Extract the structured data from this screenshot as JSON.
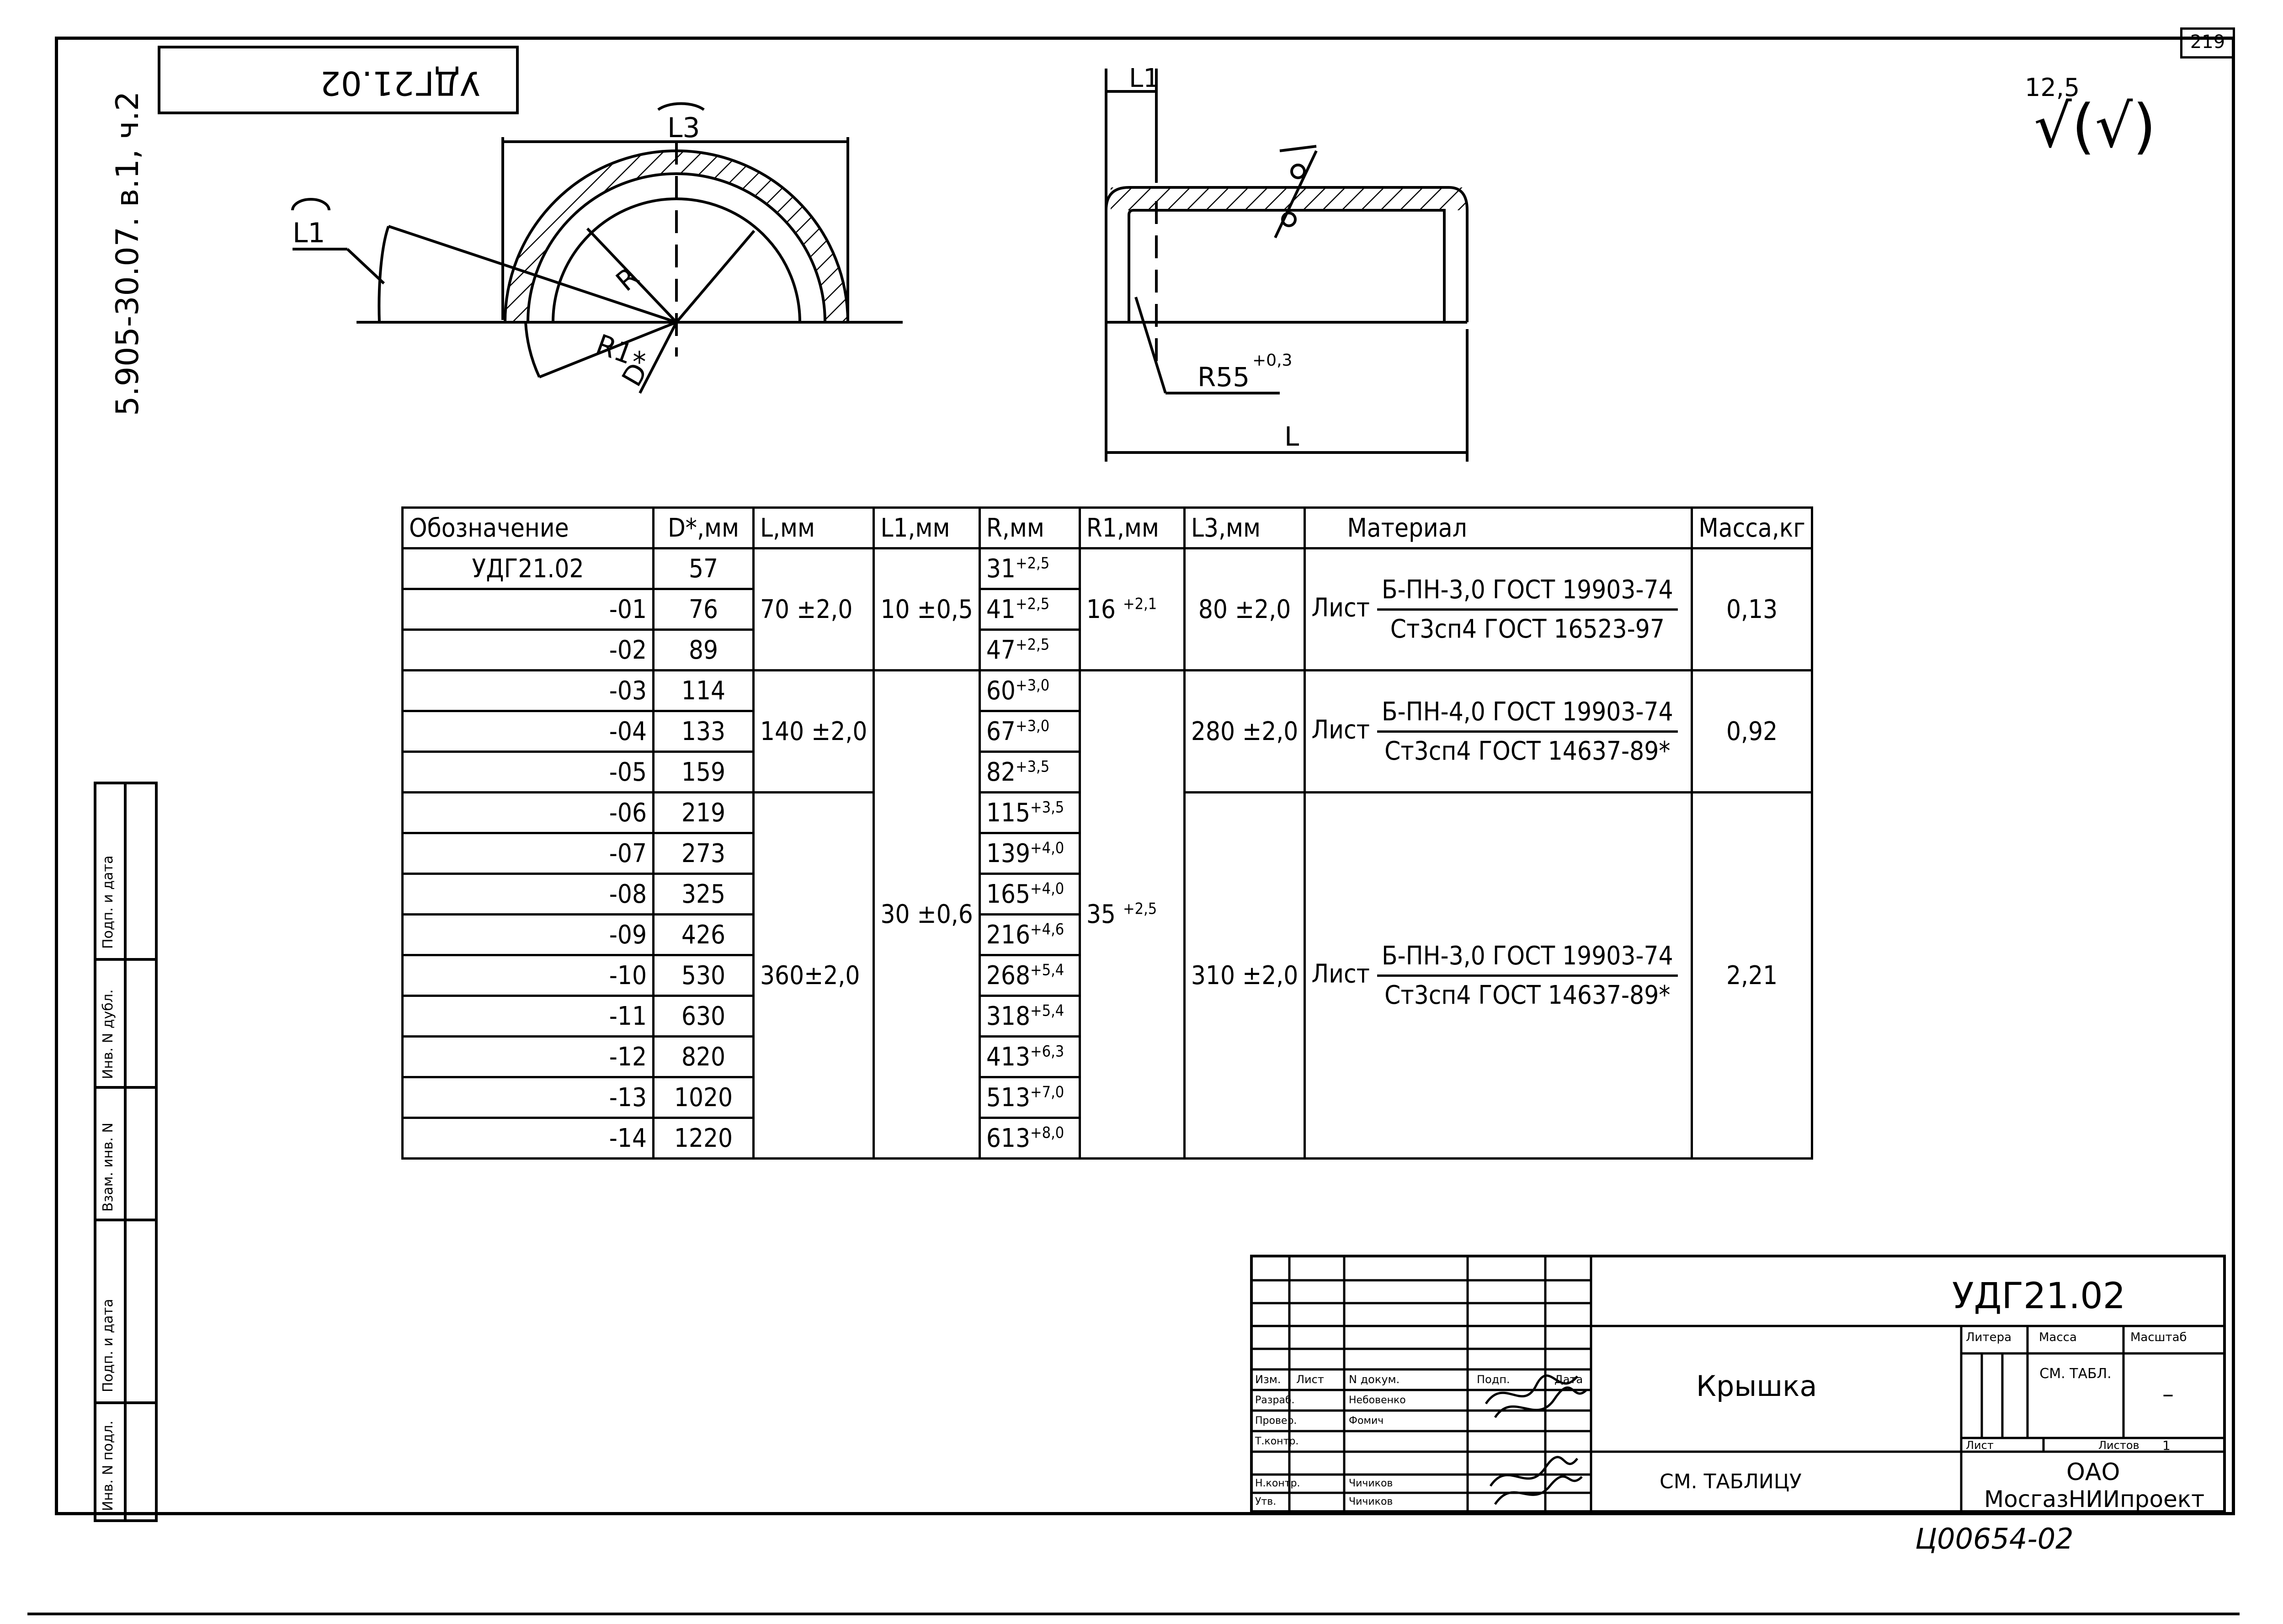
{
  "sheet_number": "219",
  "side_label": "5.905-30.07. в.1, ч.2",
  "mirror_code": "УДГ21.02",
  "roughness": {
    "value": "12,5",
    "symbol": "√(√)"
  },
  "drawing": {
    "front": {
      "labels": [
        "L1",
        "L3",
        "R",
        "R1",
        "D*"
      ]
    },
    "side": {
      "labels": [
        "L1",
        "R55",
        "+0,3",
        "L"
      ]
    }
  },
  "table": {
    "headers": [
      "Обозначение",
      "D*,мм",
      "L,мм",
      "L1,мм",
      "R,мм",
      "R1,мм",
      "L3,мм",
      "Материал",
      "Масса,кг"
    ],
    "designations": [
      "УДГ21.02",
      "-01",
      "-02",
      "-03",
      "-04",
      "-05",
      "-06",
      "-07",
      "-08",
      "-09",
      "-10",
      "-11",
      "-12",
      "-13",
      "-14"
    ],
    "d_values": [
      "57",
      "76",
      "89",
      "114",
      "133",
      "159",
      "219",
      "273",
      "325",
      "426",
      "530",
      "630",
      "820",
      "1020",
      "1220"
    ],
    "r_values": [
      {
        "v": "31",
        "t": "+2,5"
      },
      {
        "v": "41",
        "t": "+2,5"
      },
      {
        "v": "47",
        "t": "+2,5"
      },
      {
        "v": "60",
        "t": "+3,0"
      },
      {
        "v": "67",
        "t": "+3,0"
      },
      {
        "v": "82",
        "t": "+3,5"
      },
      {
        "v": "115",
        "t": "+3,5"
      },
      {
        "v": "139",
        "t": "+4,0"
      },
      {
        "v": "165",
        "t": "+4,0"
      },
      {
        "v": "216",
        "t": "+4,6"
      },
      {
        "v": "268",
        "t": "+5,4"
      },
      {
        "v": "318",
        "t": "+5,4"
      },
      {
        "v": "413",
        "t": "+6,3"
      },
      {
        "v": "513",
        "t": "+7,0"
      },
      {
        "v": "613",
        "t": "+8,0"
      }
    ],
    "groups": [
      {
        "L": "70 ±2,0",
        "L3": "80 ±2,0",
        "material_prefix": "Лист",
        "material_top": "Б-ПН-3,0 ГОСТ 19903-74",
        "material_bottom": "Ст3сп4 ГОСТ 16523-97",
        "mass": "0,13"
      },
      {
        "L": "140 ±2,0",
        "L3": "280 ±2,0",
        "material_prefix": "Лист",
        "material_top": "Б-ПН-4,0 ГОСТ 19903-74",
        "material_bottom": "Ст3сп4 ГОСТ 14637-89*",
        "mass": "0,92"
      },
      {
        "L": "360±2,0",
        "L3": "310 ±2,0",
        "material_prefix": "Лист",
        "material_top": "Б-ПН-3,0 ГОСТ 19903-74",
        "material_bottom": "Ст3сп4 ГОСТ 14637-89*",
        "mass": "2,21"
      }
    ],
    "l1_groups": [
      "10 ±0,5",
      "30 ±0,6"
    ],
    "r1_groups": [
      {
        "v": "16",
        "t": "+2,1"
      },
      {
        "v": "35",
        "t": "+2,5"
      }
    ]
  },
  "title_block": {
    "code": "УДГ21.02",
    "name": "Крышка",
    "material": "СМ. ТАБЛИЦУ",
    "org_line1": "ОАО",
    "org_line2": "МосгазНИИпроект",
    "litera_hdr": "Литера",
    "mass_hdr": "Масса",
    "scale_hdr": "Масштаб",
    "mass_val": "СМ. ТАБЛ.",
    "scale_val": "–",
    "sheet_hdr": "Лист",
    "sheets_hdr": "Листов",
    "sheets_val": "1",
    "col_headers": [
      "Изм.",
      "Лист",
      "N докум.",
      "Подп.",
      "Дата"
    ],
    "roles": [
      "Разраб.",
      "Провер.",
      "Т.контр.",
      "",
      "Н.контр.",
      "Утв."
    ],
    "people": [
      "Небовенко",
      "Фомич",
      "",
      "",
      "Чичиков",
      "Чичиков"
    ],
    "bottom_code": "Ц00654-02"
  },
  "left_stamp": [
    "Инв. N подл.",
    "Подп. и дата",
    "Взам. инв. N",
    "Инв. N дубл.",
    "Подп. и дата"
  ]
}
